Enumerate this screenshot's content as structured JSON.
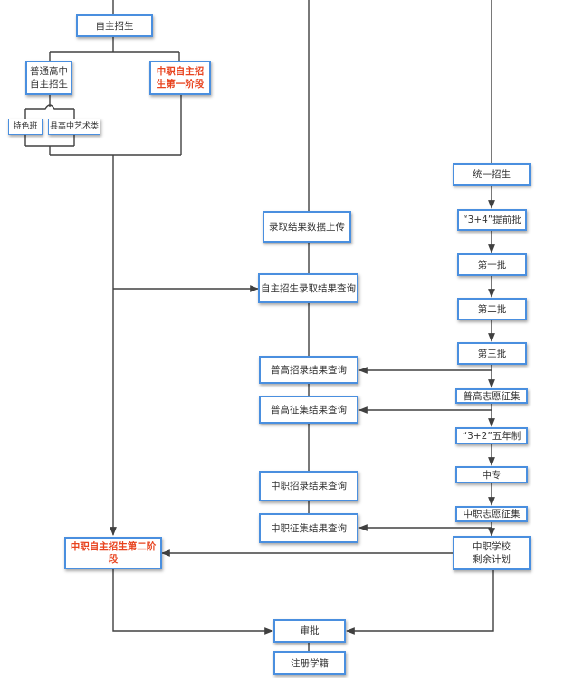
{
  "nodes": {
    "zizhu_zhaosheng": "自主招生",
    "putong_gaozhong": "普通高中\n自主招生",
    "zhongzhi_stage1": "中职自主招\n生第一阶段",
    "tesebang": "特色班",
    "gaozhong_yishu": "县高中艺术类",
    "tongyi_zhaosheng": "统一招生",
    "luqu_shangchuan": "录取结果数据上传",
    "pi_3plus4": "“3+4”提前批",
    "diyi_pi": "第一批",
    "zizhu_chaxun": "自主招生录取结果查询",
    "dier_pi": "第二批",
    "disan_pi": "第三批",
    "pugao_zhaolu_chaxun": "普高招录结果查询",
    "pugao_zhiyuan_zhengji": "普高志愿征集",
    "pugao_zhengji_chaxun": "普高征集结果查询",
    "pi_3plus2": "“3+2”五年制",
    "zhongzhuan": "中专",
    "zhongzhi_zhaolu_chaxun": "中职招录结果查询",
    "zhongzhi_zhiyuan_zhengji": "中职志愿征集",
    "zhongzhi_zhengji_chaxun": "中职征集结果查询",
    "zhongzhi_stage2": "中职自主招生第二阶\n段",
    "zhongzhi_shengyu": "中职学校\n剩余计划",
    "shenpi": "审批",
    "zhuce_xueji": "注册学籍"
  },
  "colors": {
    "box_border": "#4a8fdf",
    "line": "#404040",
    "highlight_text": "#e8431f"
  }
}
